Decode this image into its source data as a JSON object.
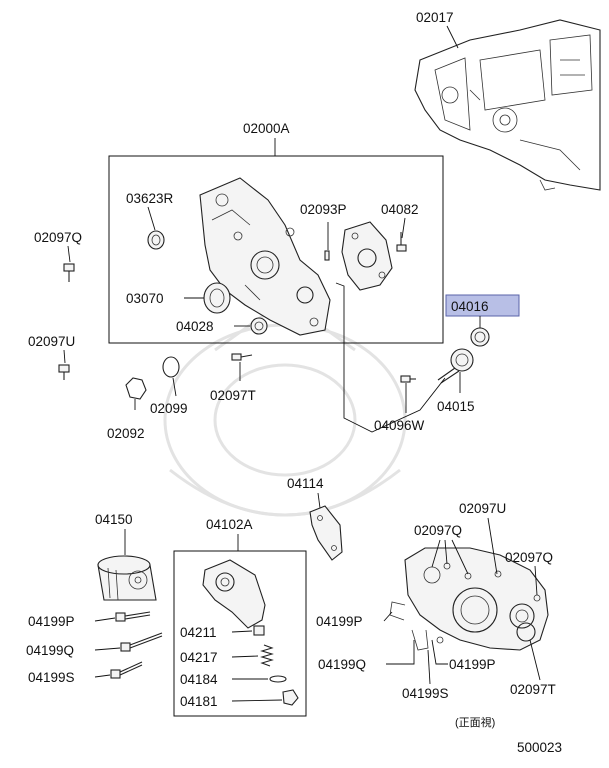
{
  "labels": {
    "p02017": "02017",
    "p02000A": "02000A",
    "p03623R": "03623R",
    "p02093P": "02093P",
    "p04082": "04082",
    "p02097Q": "02097Q",
    "p03070": "03070",
    "p04028": "04028",
    "p04016": "04016",
    "p02097U": "02097U",
    "p02099": "02099",
    "p02097T": "02097T",
    "p04015": "04015",
    "p02092": "02092",
    "p04096W": "04096W",
    "p04114": "04114",
    "p04150": "04150",
    "p04102A": "04102A",
    "p02097U_b": "02097U",
    "p02097Q_b": "02097Q",
    "p02097Q_c": "02097Q",
    "p04199P": "04199P",
    "p04211": "04211",
    "p04199P_b": "04199P",
    "p04199Q": "04199Q",
    "p04217": "04217",
    "p04199S": "04199S",
    "p04184": "04184",
    "p04199Q_b": "04199Q",
    "p04199P_c": "04199P",
    "p04181": "04181",
    "p04199S_b": "04199S",
    "p02097T_b": "02097T",
    "view_note": "(正面視)",
    "diagram_number": "500023"
  },
  "colors": {
    "highlight": "#b8bfe6",
    "line": "#222222"
  }
}
